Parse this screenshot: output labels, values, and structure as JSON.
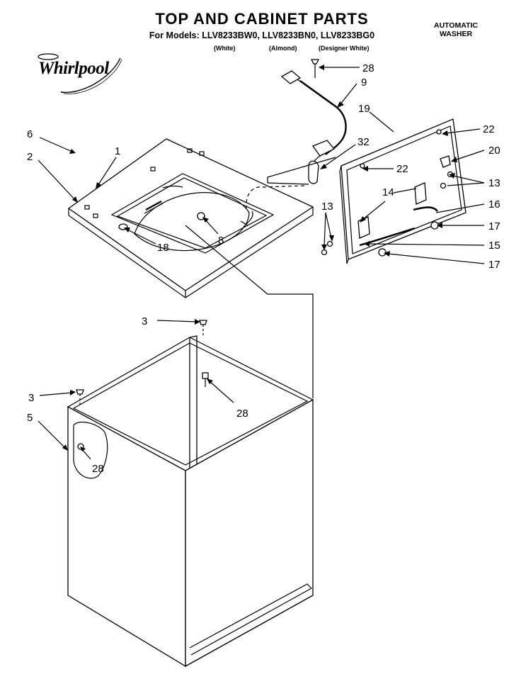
{
  "header": {
    "title": "TOP AND CABINET PARTS",
    "models_line": "For Models: LLV8233BW0, LLV8233BN0, LLV8233BG0",
    "model_colors": [
      "(White)",
      "(Almond)",
      "(Designer White)"
    ],
    "appliance_line1": "AUTOMATIC",
    "appliance_line2": "WASHER",
    "brand": "Whirlpool"
  },
  "callouts": {
    "c28_top": "28",
    "c9": "9",
    "c19": "19",
    "c32": "32",
    "c22_right": "22",
    "c20": "20",
    "c22_inner": "22",
    "c13_right": "13",
    "c14": "14",
    "c16": "16",
    "c13_left": "13",
    "c17_upper": "17",
    "c15": "15",
    "c17_lower": "17",
    "c6": "6",
    "c1": "1",
    "c2": "2",
    "c8": "8",
    "c18": "18",
    "c3_upper": "3",
    "c28_mid": "28",
    "c3_lower": "3",
    "c5": "5",
    "c28_lower": "28"
  }
}
